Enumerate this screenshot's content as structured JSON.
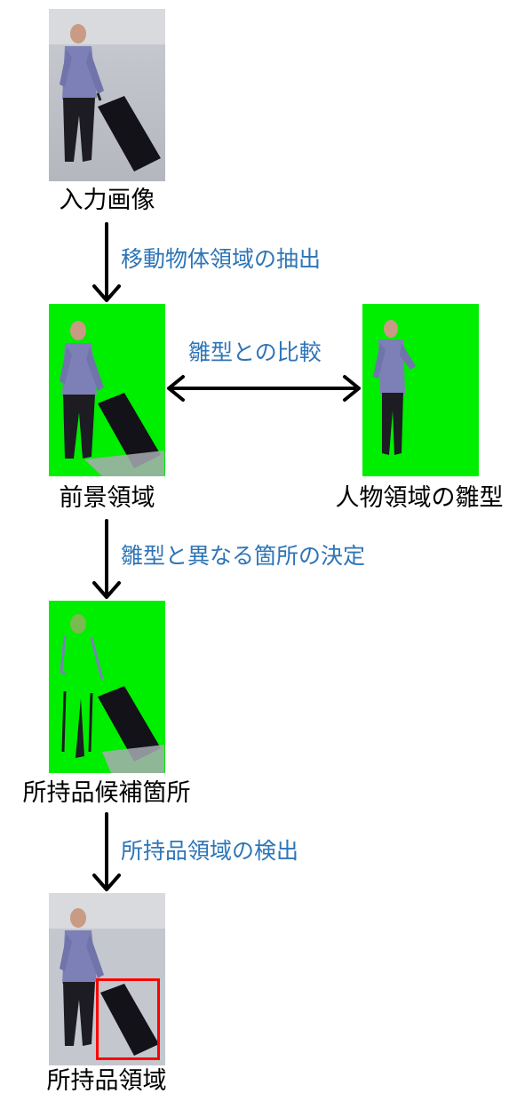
{
  "nodes": {
    "input": {
      "label": "入力画像"
    },
    "foreground": {
      "label": "前景領域"
    },
    "template": {
      "label": "人物領域の雛型"
    },
    "candidate": {
      "label": "所持品候補箇所"
    },
    "result": {
      "label": "所持品領域"
    }
  },
  "steps": {
    "extract": "移動物体領域の抽出",
    "compare": "雛型との比較",
    "decide": "雛型と異なる箇所の決定",
    "detect": "所持品領域の検出"
  },
  "colors": {
    "mask_green": "#00ee00",
    "step_text": "#2e75b6",
    "highlight_box": "#ff0000",
    "arrow": "#000000"
  }
}
